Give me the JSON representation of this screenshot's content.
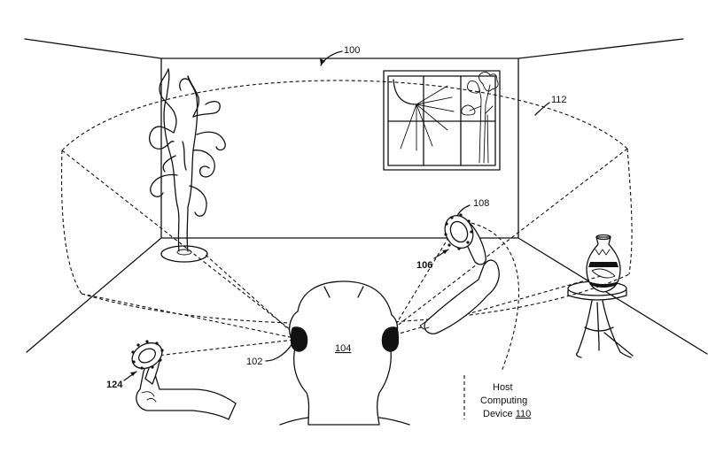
{
  "labels": {
    "room": "100",
    "head_ref": "102",
    "head": "104",
    "controller_right": "106",
    "controller_right_ring": "108",
    "tracking_volume": "112",
    "controller_left": "124",
    "host_line1": "Host",
    "host_line2": "Computing",
    "host_line3_prefix": "Device ",
    "host_line3_ref": "110"
  }
}
